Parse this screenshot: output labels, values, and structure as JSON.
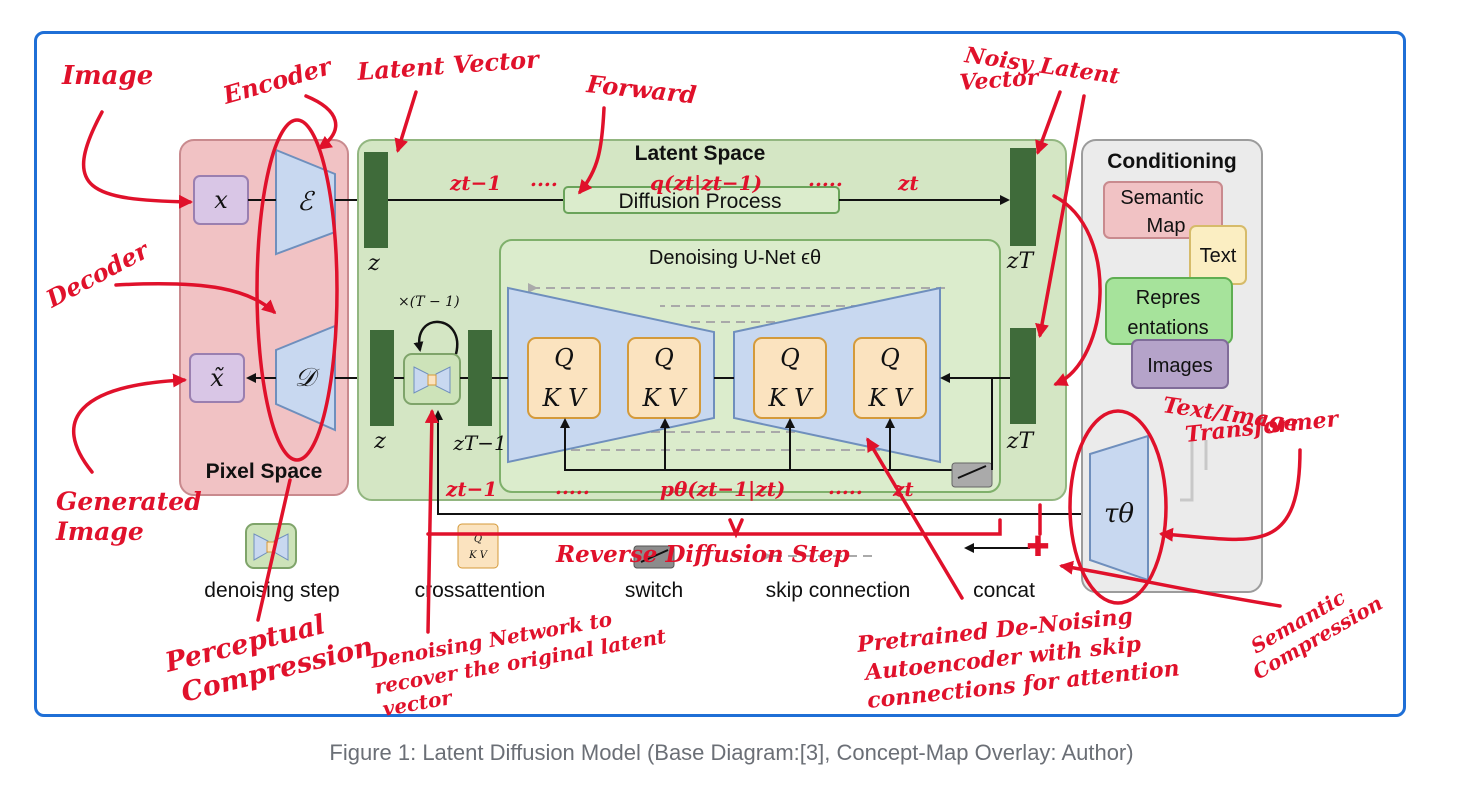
{
  "caption": "Figure 1: Latent Diffusion Model (Base Diagram:[3], Concept-Map Overlay: Author)",
  "panels": {
    "pixel_space": "Pixel Space",
    "latent_space": "Latent Space",
    "conditioning": "Conditioning",
    "diffusion_process": "Diffusion Process",
    "unet": "Denoising U-Net ϵθ"
  },
  "symbols": {
    "x": "x",
    "x_tilde": "x̃",
    "encoder": "ℰ",
    "decoder": "𝒟",
    "z_top": "z",
    "z_bottom": "z",
    "z_t_minus_1": "zT−1",
    "z_T_top": "zT",
    "z_T_bottom": "zT",
    "loop": "×(T − 1)",
    "tau": "τθ",
    "qkv": [
      "Q",
      "K V"
    ]
  },
  "math_labels": {
    "zt_1_top": "zt−1",
    "dots1": "....",
    "q": "q(zt|zt−1)",
    "dots2": ".....",
    "zt_top": "zt",
    "zt_1_bottom": "zt−1",
    "dots3": ".....",
    "p": "pθ(zt−1|zt)",
    "dots4": ".....",
    "zt_bottom": "zt"
  },
  "conditioning_items": {
    "semantic": [
      "Semantic",
      "Map"
    ],
    "text": "Text",
    "repr": [
      "Repres",
      "entations"
    ],
    "images": "Images"
  },
  "legend": {
    "denoising": "denoising step",
    "crossattn": "crossattention",
    "switch": "switch",
    "skip": "skip connection",
    "concat": "concat"
  },
  "annotations": {
    "image": "Image",
    "encoder": "Encoder",
    "latent_vector": "Latent Vector",
    "forward": "Forward",
    "noisy_latent": [
      "Noisy Latent",
      "Vector"
    ],
    "decoder": "Decoder",
    "generated": [
      "Generated",
      "Image"
    ],
    "perceptual": [
      "Perceptual",
      "Compression"
    ],
    "denoising_net": [
      "Denoising Network to",
      "recover the original latent",
      "vector"
    ],
    "reverse": "Reverse Diffusion Step",
    "pretrained": [
      "Pretrained De-Noising",
      "Autoencoder with skip",
      "connections for attention"
    ],
    "semantic": [
      "Semantic",
      "Compression"
    ],
    "transformer": [
      "Text/Image",
      "Transformer"
    ]
  },
  "colors": {
    "frame": "#1f6fd6",
    "annotation": "#e0112b",
    "pixel_bg": "#f1c2c4",
    "latent_bg": "#d4e6c4",
    "latent_bar": "#3f6b3a",
    "unet_shape": "#c8d8f0",
    "qkv_box": "#fbe3bf"
  }
}
